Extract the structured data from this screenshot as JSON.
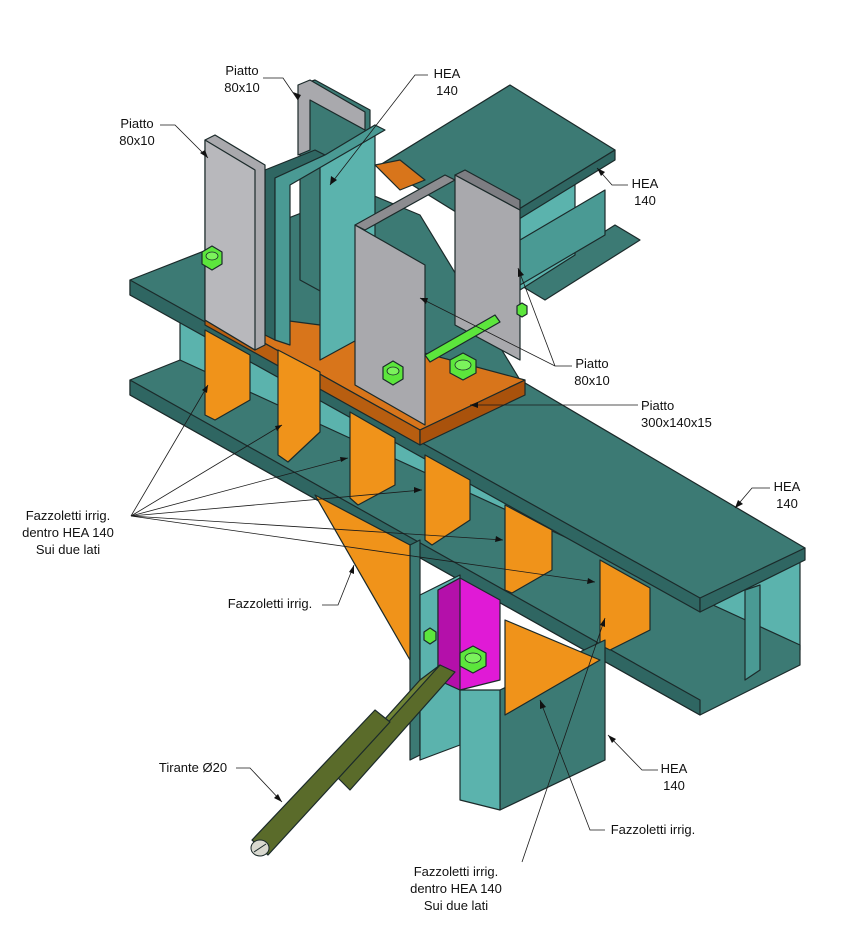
{
  "colors": {
    "beam_top": "#3c7a74",
    "beam_web": "#5bb3ad",
    "beam_dark": "#2f6662",
    "plate_grey": "#a9a9ad",
    "plate_grey_dark": "#7d7d82",
    "gusset_orange": "#f0931a",
    "gusset_dark": "#cf6f12",
    "plate_orange": "#d8751b",
    "bolt_green": "#5ce63c",
    "rod_olive": "#5a6b2a",
    "rod_olive_dark": "#3e4b1b",
    "clamp_magenta": "#e01ad6"
  },
  "icons": [
    "bolt-icon",
    "nut-icon"
  ],
  "labels": {
    "piatto_top": [
      "Piatto",
      "80x10"
    ],
    "piatto_left": [
      "Piatto",
      "80x10"
    ],
    "hea_top": [
      "HEA",
      "140"
    ],
    "hea_right_upper": [
      "HEA",
      "140"
    ],
    "piatto_right": [
      "Piatto",
      "80x10"
    ],
    "piatto_300": [
      "Piatto",
      "300x140x15"
    ],
    "hea_right_mid": [
      "HEA",
      "140"
    ],
    "fazzoletti_left": [
      "Fazzoletti irrig.",
      "dentro HEA 140",
      "Sui due lati"
    ],
    "fazzoletti_irrig_mid": [
      "Fazzoletti irrig."
    ],
    "tirante": [
      "Tirante Ø20"
    ],
    "hea_bottom": [
      "HEA",
      "140"
    ],
    "fazzoletti_irrig_bottom": [
      "Fazzoletti irrig."
    ],
    "fazzoletti_bottom": [
      "Fazzoletti irrig.",
      "dentro HEA 140",
      "Sui due lati"
    ]
  }
}
